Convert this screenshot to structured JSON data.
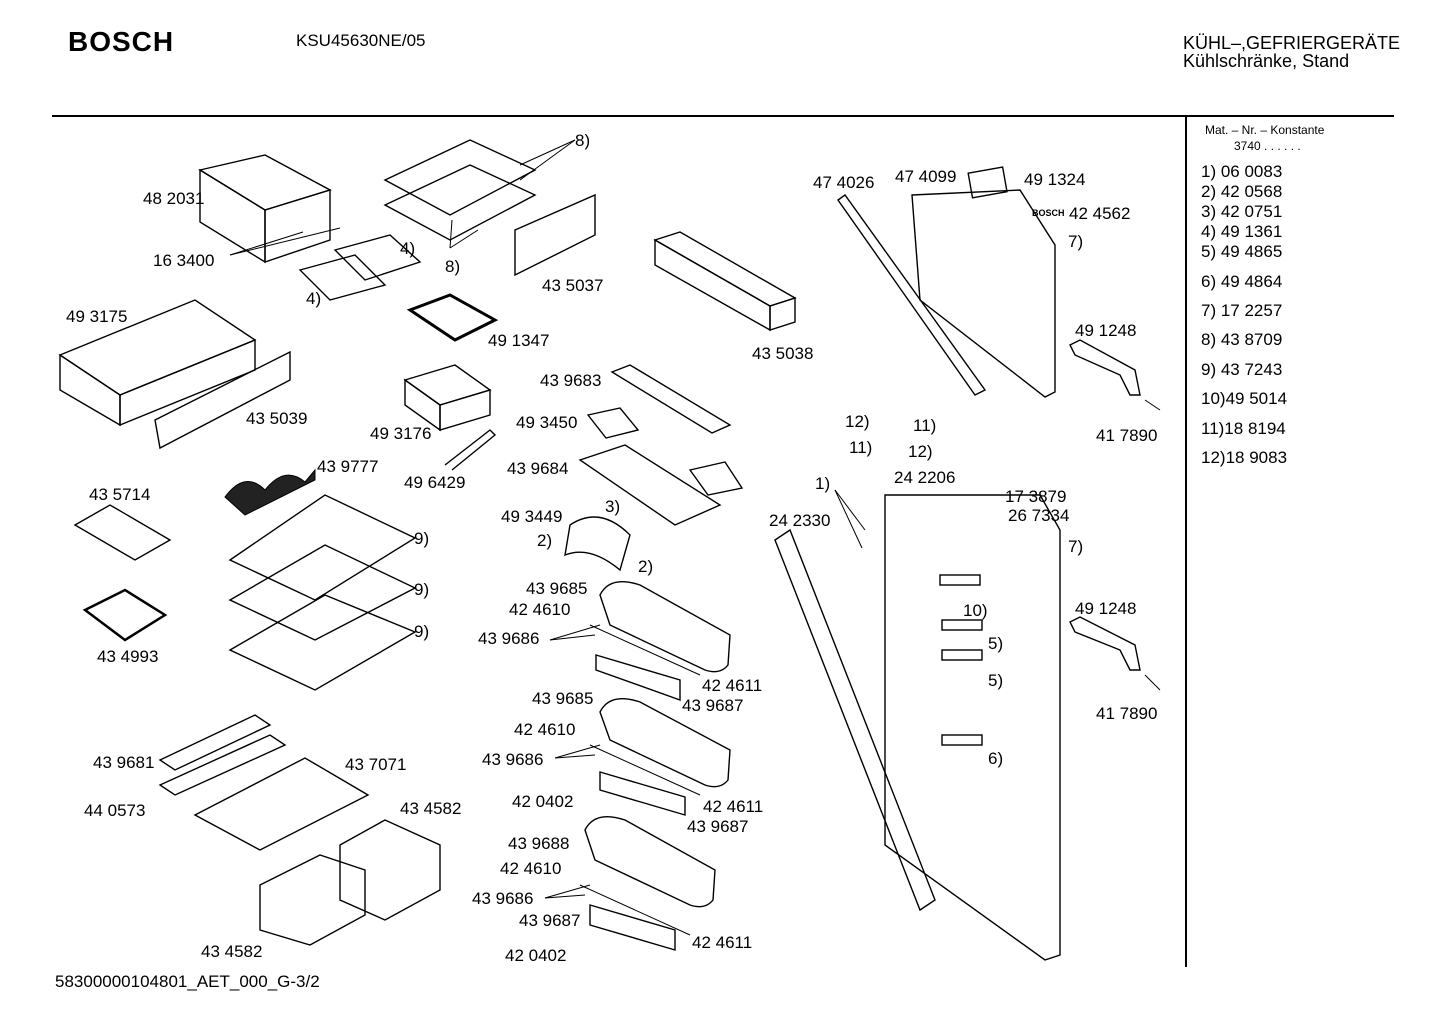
{
  "header": {
    "brand": "BOSCH",
    "model": "KSU45630NE/05",
    "category_line1": "KÜHL–,GEFRIERGERÄTE",
    "category_line2": "Kühlschränke, Stand"
  },
  "legend": {
    "heading": "Mat. – Nr. – Konstante",
    "constant": "3740 . . . . . .",
    "items": [
      "1) 06 0083",
      "2) 42 0568",
      "3) 42 0751",
      "4) 49 1361",
      "5) 49 4865",
      "6) 49 4864",
      "7) 17 2257",
      "8) 43 8709",
      "9) 43 7243",
      "10)49 5014",
      "11)18 8194",
      "12)18 9083"
    ]
  },
  "callouts": [
    "8)",
    "48 2031",
    "16 3400",
    "4)",
    "8)",
    "4)",
    "43 5037",
    "49 3175",
    "49 1347",
    "43 5038",
    "43 5039",
    "43 9683",
    "49 3176",
    "49 3450",
    "43 9684",
    "49 6429",
    "43 9777",
    "43 5714",
    "9)",
    "9)",
    "9)",
    "43 4993",
    "49 3449",
    "3)",
    "2)",
    "2)",
    "43 9685",
    "42 4610",
    "43 9686",
    "42 4611",
    "43 9687",
    "43 9685",
    "42 4610",
    "43 9686",
    "42 0402",
    "42 4611",
    "43 9687",
    "43 9688",
    "42 4610",
    "43 9686",
    "43 9687",
    "42 4611",
    "42 0402",
    "43 9681",
    "43 7071",
    "44 0573",
    "43 4582",
    "43 4582",
    "47 4026",
    "47 4099",
    "49 1324",
    "42 4562",
    "7)",
    "49 1248",
    "41 7890",
    "12)",
    "11)",
    "11)",
    "12)",
    "24 2206",
    "1)",
    "17 3879",
    "26 7334",
    "24 2330",
    "7)",
    "10)",
    "5)",
    "5)",
    "6)",
    "49 1248",
    "41 7890"
  ],
  "logo_text": "BOSCH",
  "footer": "58300000104801_AET_000_G-3/2"
}
